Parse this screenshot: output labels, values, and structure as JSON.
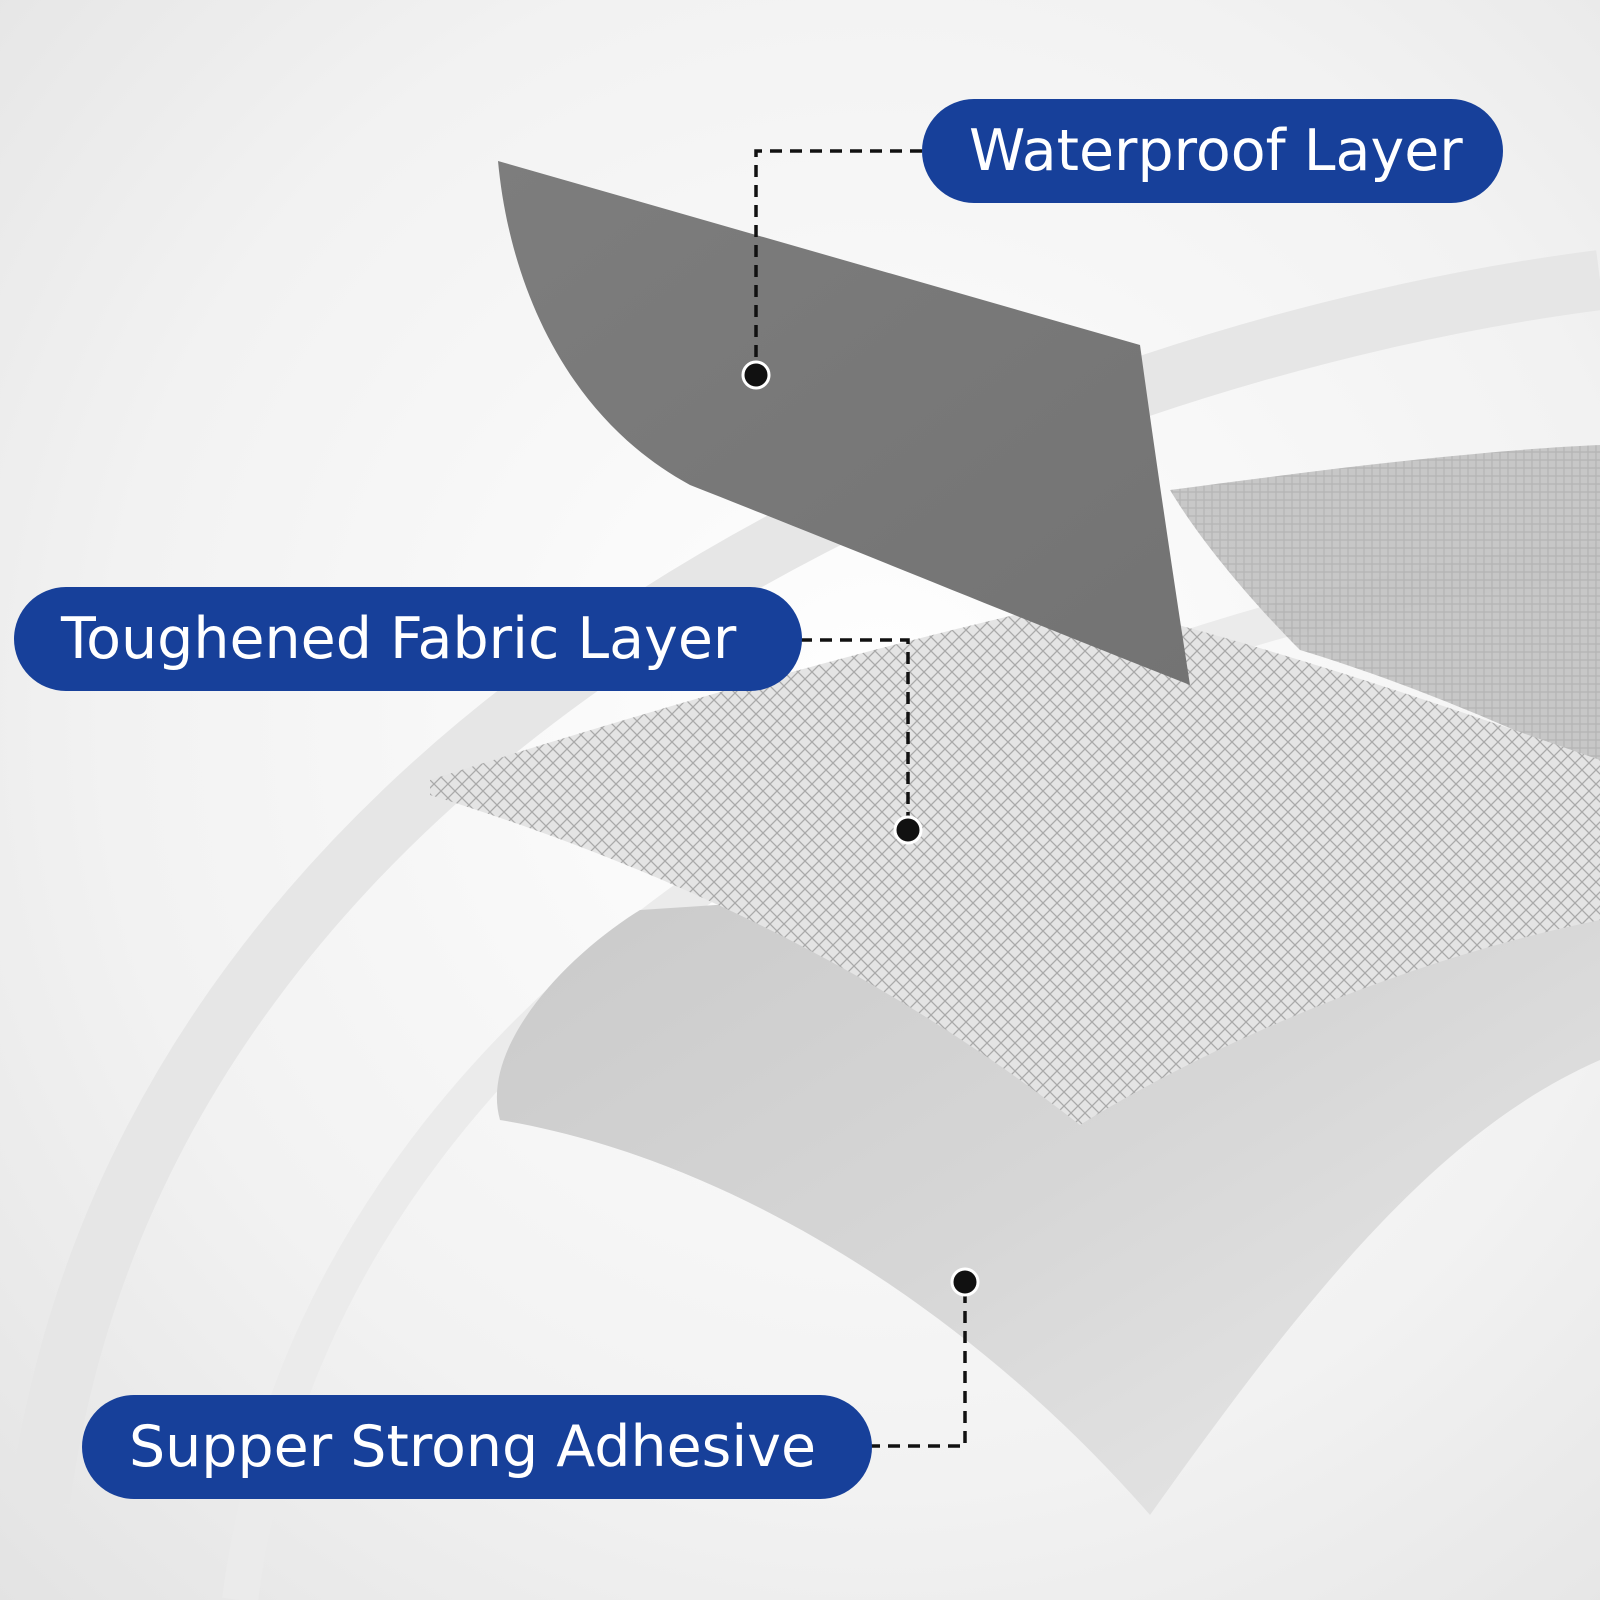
{
  "colors": {
    "label_background": "#17409a",
    "label_text": "#ffffff",
    "leader_line": "#111111",
    "waterproof_layer": "#7b7b7b",
    "fabric_layer": "#d9d9d9",
    "adhesive_layer": "#cfcfcf",
    "background": "#f4f4f4"
  },
  "labels": {
    "waterproof": "Waterproof Layer",
    "fabric": "Toughened Fabric Layer",
    "adhesive": "Supper Strong Adhesive"
  }
}
